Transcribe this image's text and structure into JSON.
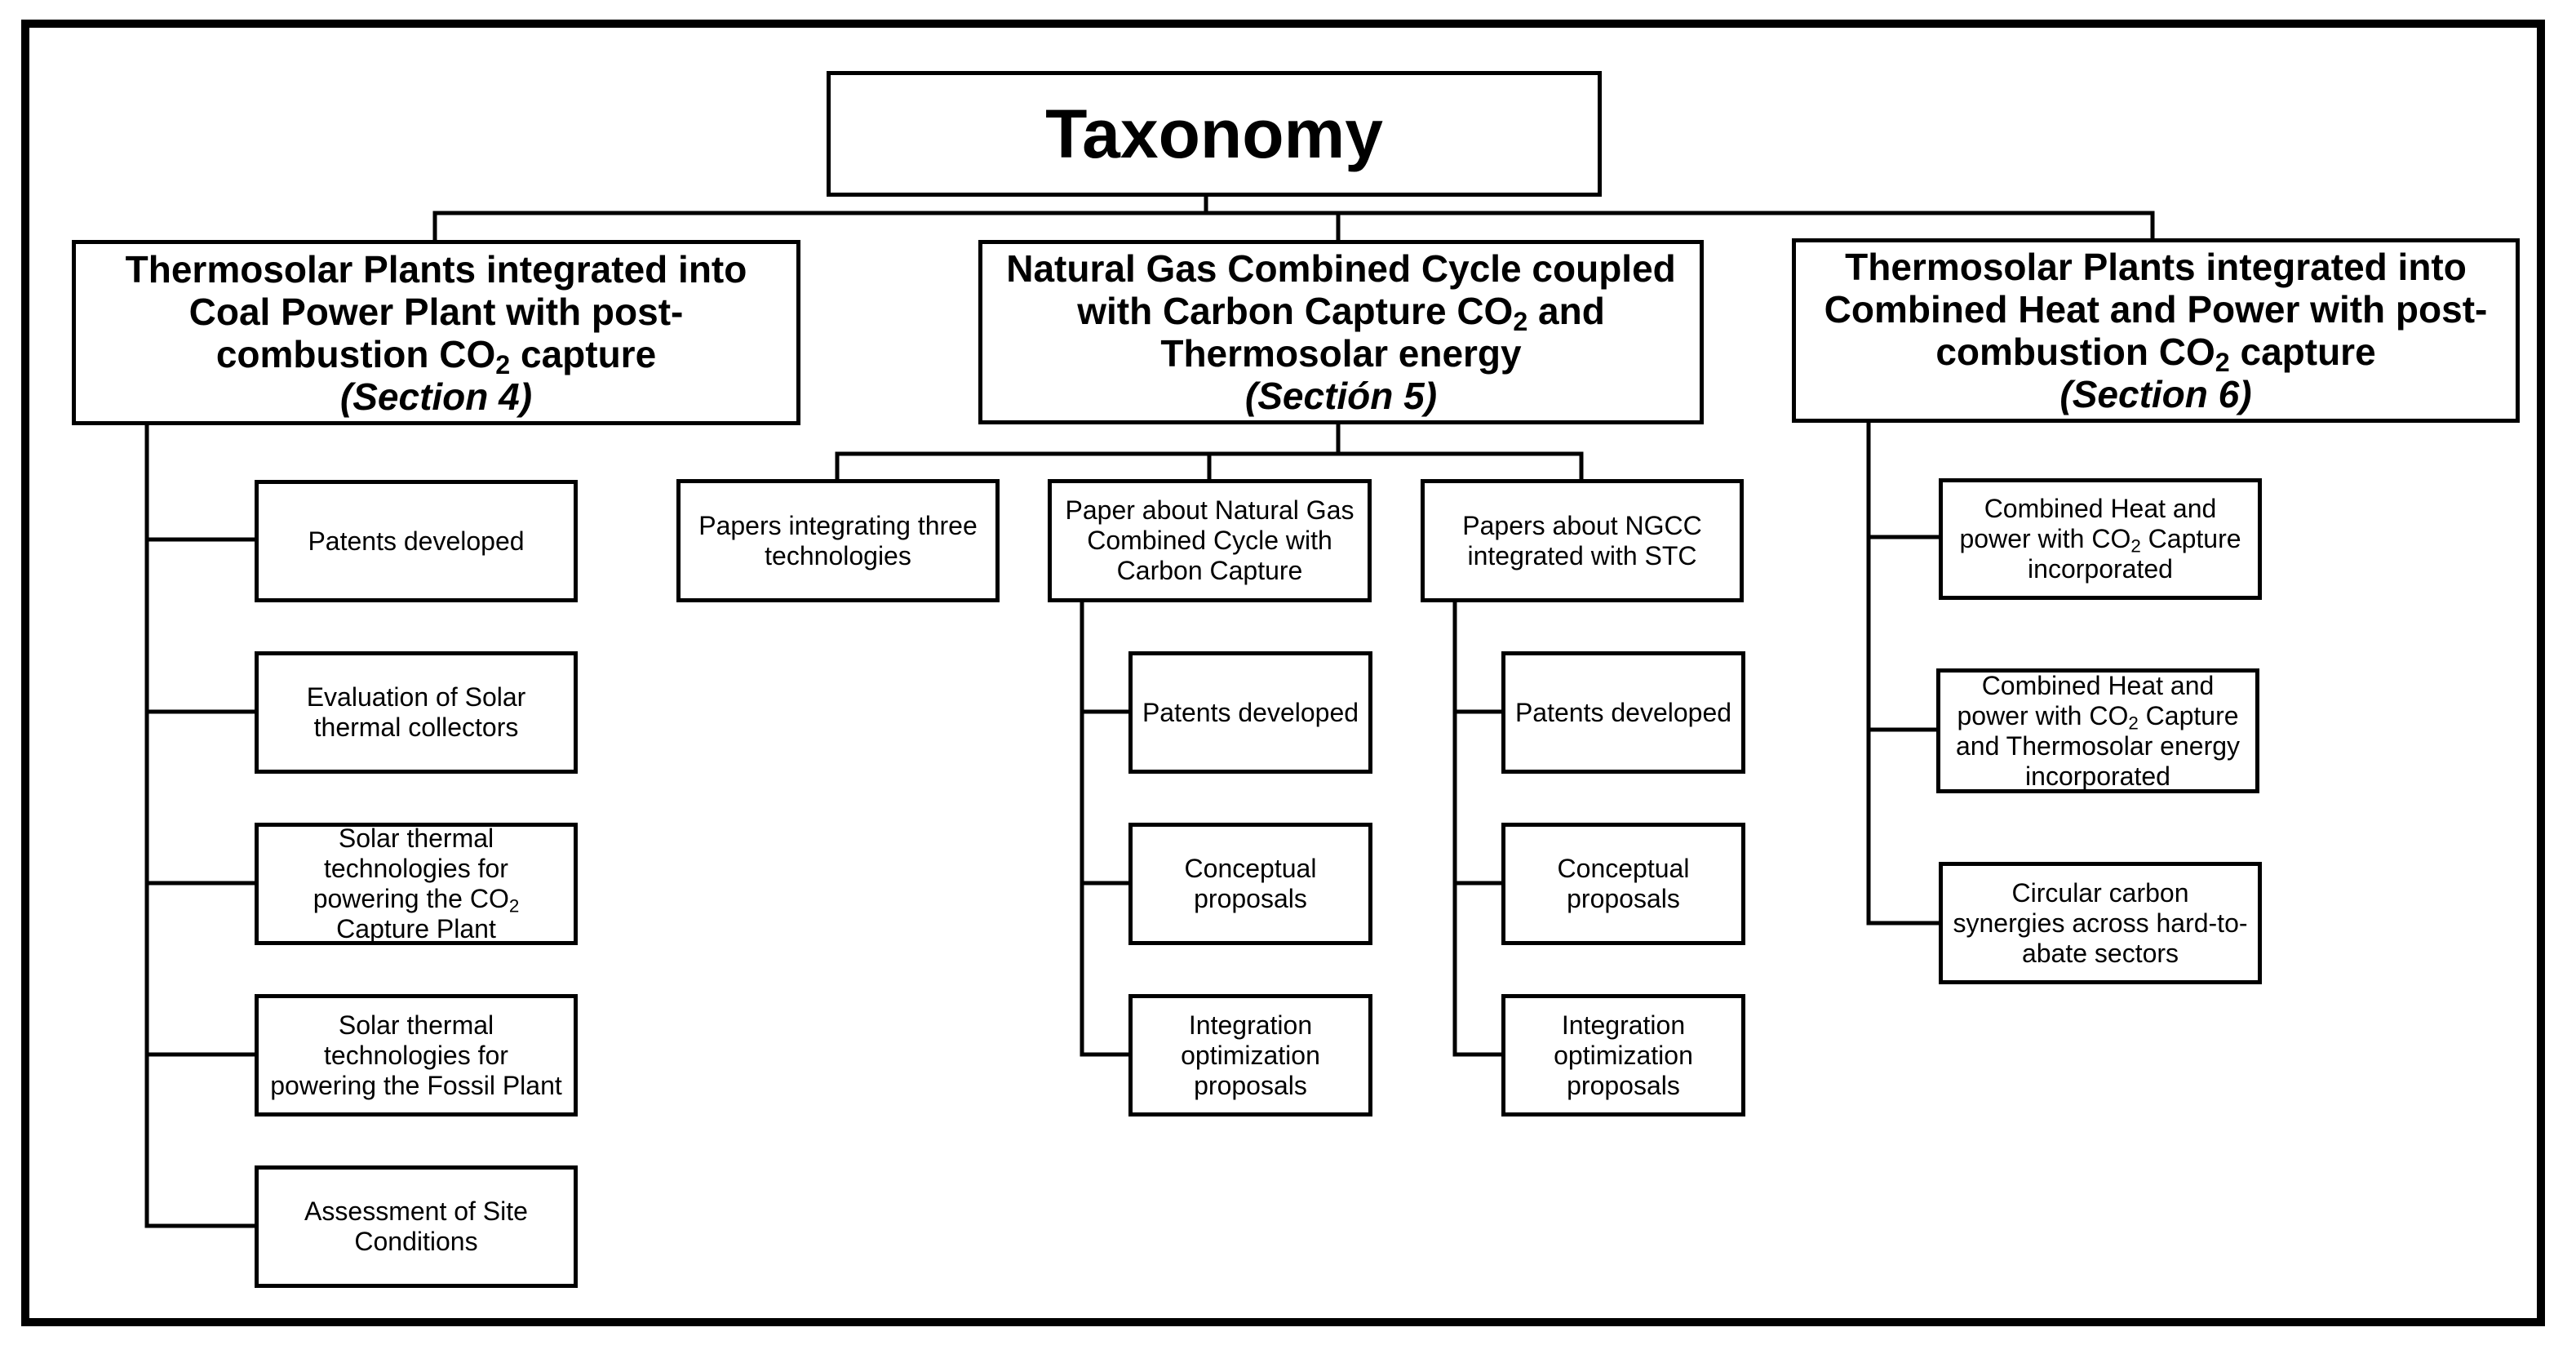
{
  "root": {
    "title": "Taxonomy"
  },
  "branches": [
    {
      "title_lines": [
        "Thermosolar Plants integrated into",
        "Coal Power Plant with post-"
      ],
      "title_last": {
        "pre": "combustion CO",
        "sub": "2",
        "post": " capture"
      },
      "section": "(Section 4)",
      "children": [
        {
          "lines": [
            "Patents developed"
          ]
        },
        {
          "lines": [
            "Evaluation of Solar",
            "thermal collectors"
          ]
        },
        {
          "lines": [
            "Solar thermal",
            "technologies for"
          ],
          "co2_line": {
            "pre": "powering the CO",
            "sub": "2",
            "post": ""
          },
          "lines_after": [
            "Capture Plant"
          ]
        },
        {
          "lines": [
            "Solar thermal",
            "technologies for",
            "powering the Fossil Plant"
          ]
        },
        {
          "lines": [
            "Assessment of Site",
            "Conditions"
          ]
        }
      ]
    },
    {
      "title_lines": [
        "Natural Gas Combined Cycle coupled"
      ],
      "title_co2": {
        "pre": "with Carbon Capture CO",
        "sub": "2",
        "post": " and"
      },
      "title_after": [
        "Thermosolar energy"
      ],
      "section": "(Sectión 5)",
      "groups": [
        {
          "lines": [
            "Papers integrating three",
            "technologies"
          ]
        },
        {
          "lines": [
            "Paper about Natural Gas",
            "Combined Cycle with",
            "Carbon Capture"
          ],
          "children": [
            {
              "lines": [
                "Patents developed"
              ]
            },
            {
              "lines": [
                "Conceptual",
                "proposals"
              ]
            },
            {
              "lines": [
                "Integration",
                "optimization",
                "proposals"
              ]
            }
          ]
        },
        {
          "lines": [
            "Papers about NGCC",
            "integrated with STC"
          ],
          "children": [
            {
              "lines": [
                "Patents developed"
              ]
            },
            {
              "lines": [
                "Conceptual",
                "proposals"
              ]
            },
            {
              "lines": [
                "Integration",
                "optimization",
                "proposals"
              ]
            }
          ]
        }
      ]
    },
    {
      "title_lines": [
        "Thermosolar Plants integrated into",
        "Combined Heat and Power with post-"
      ],
      "title_last": {
        "pre": "combustion CO",
        "sub": "2",
        "post": " capture"
      },
      "section": "(Section 6)",
      "children": [
        {
          "lines": [
            "Combined Heat and"
          ],
          "co2_line": {
            "pre": "power with CO",
            "sub": "2",
            "post": " Capture"
          },
          "lines_after": [
            "incorporated"
          ]
        },
        {
          "lines": [
            "Combined Heat and"
          ],
          "co2_line": {
            "pre": "power with CO",
            "sub": "2",
            "post": " Capture"
          },
          "lines_after": [
            "and Thermosolar energy",
            "incorporated"
          ]
        },
        {
          "lines": [
            "Circular carbon",
            "synergies across hard-to-",
            "abate sectors"
          ]
        }
      ]
    }
  ]
}
